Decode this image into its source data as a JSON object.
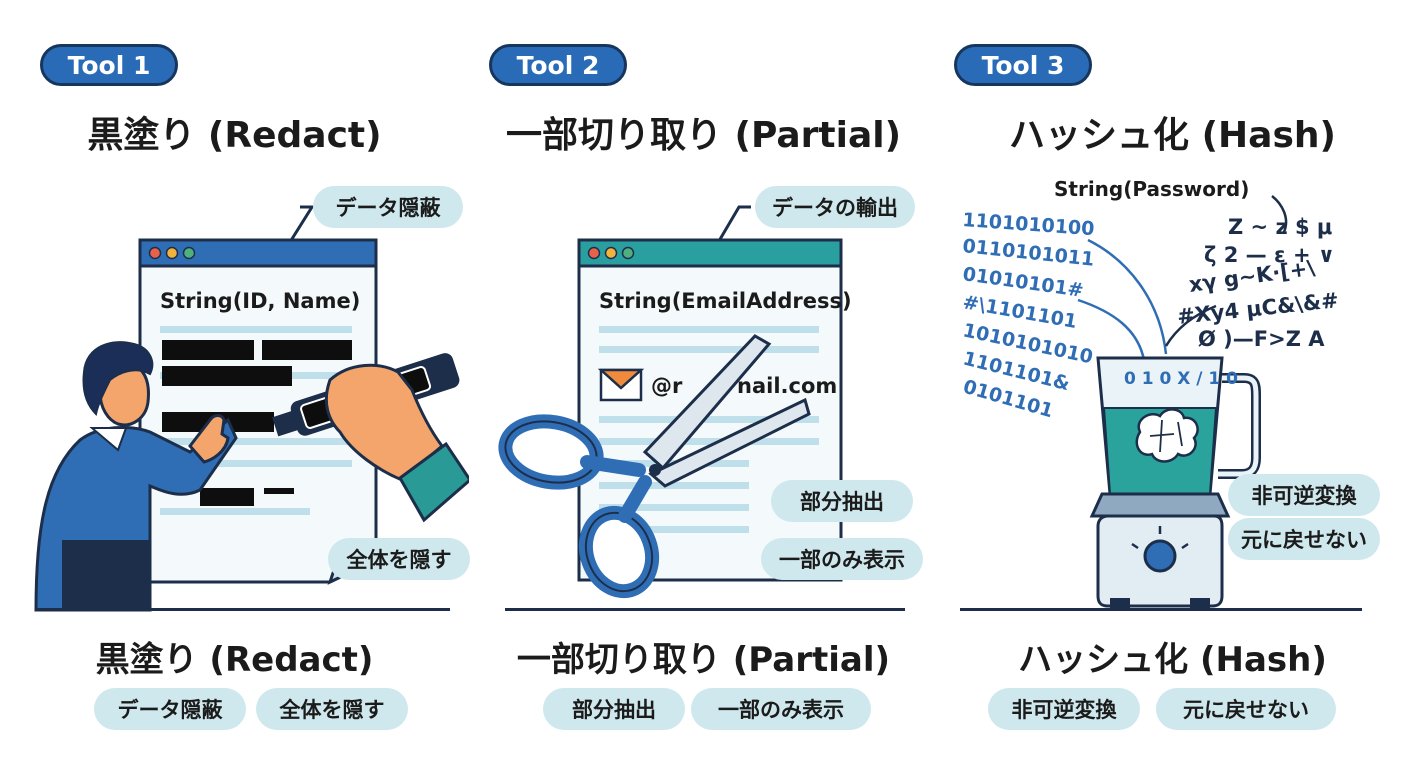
{
  "tool1": {
    "badge": "Tool 1",
    "title": "黒塗り (Redact)",
    "callout_top": "データ隠蔽",
    "window_text": "String(ID, Name)",
    "callout_bottom": "全体を隠す",
    "bottom_title": "黒塗り (Redact)",
    "tags": [
      "データ隠蔽",
      "全体を隠す"
    ]
  },
  "tool2": {
    "badge": "Tool 2",
    "title": "一部切り取り (Partial)",
    "callout_top": "データの輸出",
    "window_text": "String(EmailAddress)",
    "email_fragment": "@r",
    "email_domain": "nail.com",
    "callout_mid": "部分抽出",
    "callout_bottom": "一部のみ表示",
    "bottom_title": "一部切り取り (Partial)",
    "tags": [
      "部分抽出",
      "一部のみ表示"
    ]
  },
  "tool3": {
    "badge": "Tool 3",
    "title": "ハッシュ化 (Hash)",
    "input_label": "String(Password)",
    "binary_lines": [
      "1101010100",
      "0110101011",
      "01010101#",
      "#\\1101101",
      "1010101010",
      "1101101&",
      "0101101"
    ],
    "glyph_lines": [
      "Z ~ z $ μ",
      "ζ 2 — ε + ∨",
      "xγ g~K·[+\\",
      "#Xy4 μC&\\&#",
      "Ø )—F>Z A"
    ],
    "jar_glyphs": "0 1 0 X / 1 0",
    "callout_top": "非可逆変換",
    "callout_bottom": "元に戻せない",
    "bottom_title": "ハッシュ化 (Hash)",
    "tags": [
      "非可逆変換",
      "元に戻せない"
    ]
  },
  "colors": {
    "badge_blue": "#2a6bb8",
    "navy": "#1c2e4a",
    "pill_bg": "#cfe8ee",
    "window_blue": "#2f6db5",
    "window_teal": "#2a9fa0",
    "text_line": "#bfe0ea"
  }
}
